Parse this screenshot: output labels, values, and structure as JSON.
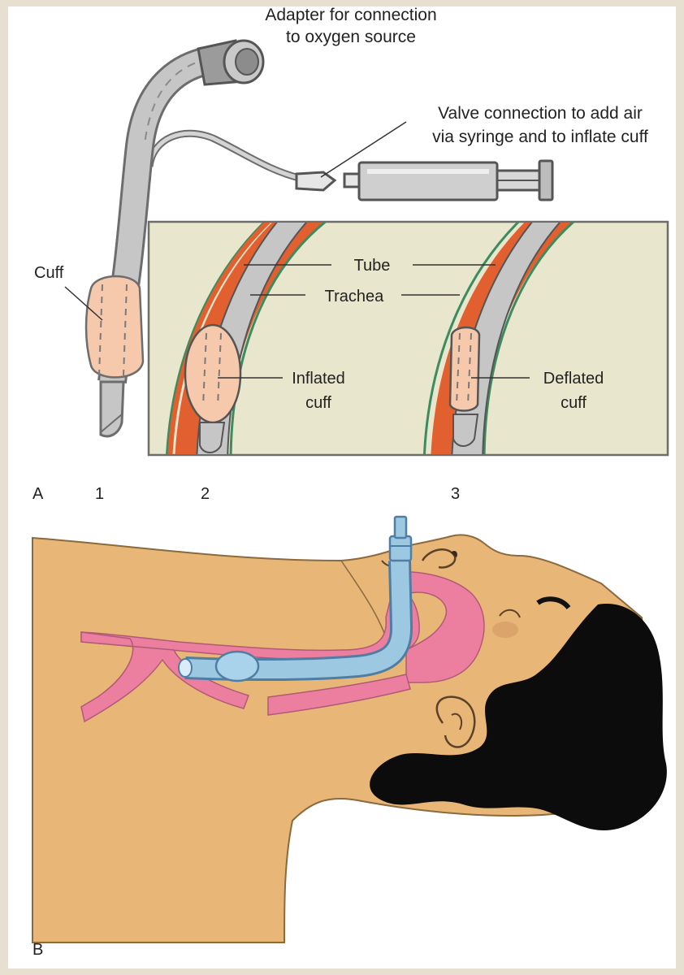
{
  "labels": {
    "adapter_line1": "Adapter for connection",
    "adapter_line2": "to oxygen source",
    "valve_line1": "Valve connection to add air",
    "valve_line2": "via syringe and to inflate cuff",
    "cuff": "Cuff",
    "tube": "Tube",
    "trachea": "Trachea",
    "inflated_line1": "Inflated",
    "inflated_line2": "cuff",
    "deflated_line1": "Deflated",
    "deflated_line2": "cuff"
  },
  "panels": {
    "a": "A",
    "b": "B",
    "num1": "1",
    "num2": "2",
    "num3": "3"
  },
  "colors": {
    "background": "#e7dfd0",
    "skin": "#e8b677",
    "airway": "#ec7fa0",
    "tube_blue": "#9cc8e2",
    "tube_grey": "#c9c9c9",
    "trachea_wall": "#e2602f",
    "cuff": "#f6c9ad",
    "inset_bg": "#e8e7cd",
    "hair": "#0c0c0c"
  }
}
